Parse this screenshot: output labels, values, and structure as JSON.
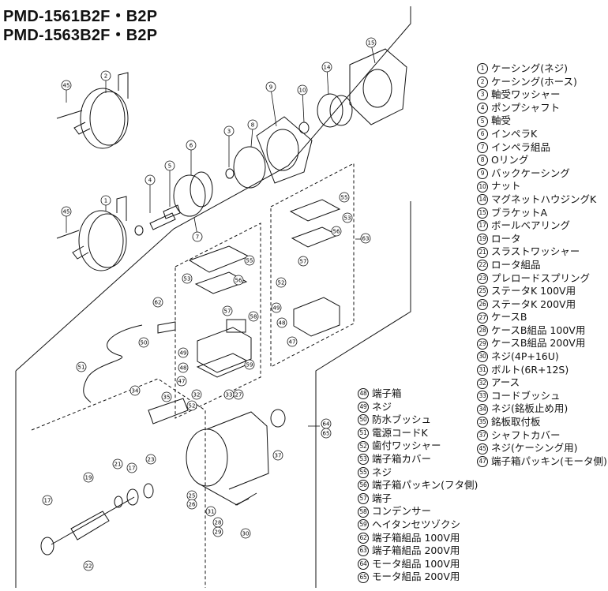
{
  "titles": {
    "line1": "PMD-1561B2F・B2P",
    "line2": "PMD-1563B2F・B2P"
  },
  "legend_right": [
    {
      "num": "1",
      "label": "ケーシング(ネジ)"
    },
    {
      "num": "2",
      "label": "ケーシング(ホース)"
    },
    {
      "num": "3",
      "label": "軸受ワッシャー"
    },
    {
      "num": "4",
      "label": "ポンプシャフト"
    },
    {
      "num": "5",
      "label": "軸受"
    },
    {
      "num": "6",
      "label": "インペラK"
    },
    {
      "num": "7",
      "label": "インペラ組品"
    },
    {
      "num": "8",
      "label": "Oリング"
    },
    {
      "num": "9",
      "label": "バックケーシング"
    },
    {
      "num": "10",
      "label": "ナット"
    },
    {
      "num": "14",
      "label": "マグネットハウジングK"
    },
    {
      "num": "15",
      "label": "ブラケットA"
    },
    {
      "num": "17",
      "label": "ボールベアリング"
    },
    {
      "num": "19",
      "label": "ロータ"
    },
    {
      "num": "21",
      "label": "スラストワッシャー"
    },
    {
      "num": "22",
      "label": "ロータ組品"
    },
    {
      "num": "23",
      "label": "プレロードスプリング"
    },
    {
      "num": "25",
      "label": "ステータK 100V用"
    },
    {
      "num": "26",
      "label": "ステータK 200V用"
    },
    {
      "num": "27",
      "label": "ケースB"
    },
    {
      "num": "28",
      "label": "ケースB組品 100V用"
    },
    {
      "num": "29",
      "label": "ケースB組品 200V用"
    },
    {
      "num": "30",
      "label": "ネジ(4P+16U)"
    },
    {
      "num": "31",
      "label": "ボルト(6R+12S)"
    },
    {
      "num": "32",
      "label": "アース"
    },
    {
      "num": "33",
      "label": "コードブッシュ"
    },
    {
      "num": "34",
      "label": "ネジ(銘板止め用)"
    },
    {
      "num": "35",
      "label": "銘板取付板"
    },
    {
      "num": "37",
      "label": "シャフトカバー"
    },
    {
      "num": "45",
      "label": "ネジ(ケーシング用)"
    },
    {
      "num": "47",
      "label": "端子箱パッキン(モータ側)"
    }
  ],
  "legend_bottom": [
    {
      "num": "48",
      "label": "端子箱"
    },
    {
      "num": "49",
      "label": "ネジ"
    },
    {
      "num": "50",
      "label": "防水ブッシュ"
    },
    {
      "num": "51",
      "label": "電源コードK"
    },
    {
      "num": "52",
      "label": "歯付ワッシャー"
    },
    {
      "num": "53",
      "label": "端子箱カバー"
    },
    {
      "num": "55",
      "label": "ネジ"
    },
    {
      "num": "56",
      "label": "端子箱パッキン(フタ側)"
    },
    {
      "num": "57",
      "label": "端子"
    },
    {
      "num": "58",
      "label": "コンデンサー"
    },
    {
      "num": "59",
      "label": "ヘイタンセツゾクシ"
    },
    {
      "num": "62",
      "label": "端子箱組品 100V用"
    },
    {
      "num": "63",
      "label": "端子箱組品 200V用"
    },
    {
      "num": "64",
      "label": "モータ組品 100V用"
    },
    {
      "num": "65",
      "label": "モータ組品 200V用"
    }
  ],
  "callouts": [
    "45",
    "2",
    "3",
    "4",
    "5",
    "6",
    "7",
    "8",
    "9",
    "10",
    "14",
    "15",
    "45",
    "1",
    "62",
    "63",
    "53",
    "55",
    "56",
    "57",
    "58",
    "59",
    "48",
    "47",
    "49",
    "50",
    "51",
    "55",
    "53",
    "56",
    "57",
    "52",
    "49",
    "48",
    "47",
    "34",
    "35",
    "32",
    "33",
    "27",
    "52",
    "37",
    "64",
    "65",
    "19",
    "21",
    "17",
    "23",
    "17",
    "22",
    "25",
    "26",
    "31",
    "28",
    "29",
    "30"
  ]
}
